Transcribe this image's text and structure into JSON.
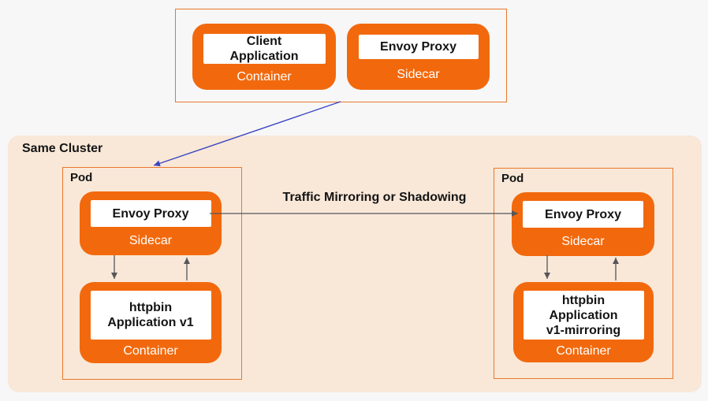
{
  "colors": {
    "node_orange": "#f2690d",
    "thin_border_orange": "#e8782b",
    "cluster_background": "#f9e8d8",
    "page_background": "#f7f7f8",
    "blue_arrow": "#3a46c0",
    "gray_arrow": "#55565a"
  },
  "client_group": {
    "nodes": [
      {
        "title": "Client\nApplication",
        "role": "Container"
      },
      {
        "title": "Envoy Proxy",
        "role": "Sidecar"
      }
    ]
  },
  "cluster": {
    "label": "Same Cluster",
    "pods": [
      {
        "label": "Pod",
        "sidecar_title": "Envoy Proxy",
        "sidecar_role": "Sidecar",
        "app_title": "httpbin\nApplication v1",
        "app_role": "Container"
      },
      {
        "label": "Pod",
        "sidecar_title": "Envoy Proxy",
        "sidecar_role": "Sidecar",
        "app_title": "httpbin\nApplication\nv1-mirroring",
        "app_role": "Container"
      }
    ]
  },
  "flow": {
    "mirror_label": "Traffic Mirroring or Shadowing"
  }
}
